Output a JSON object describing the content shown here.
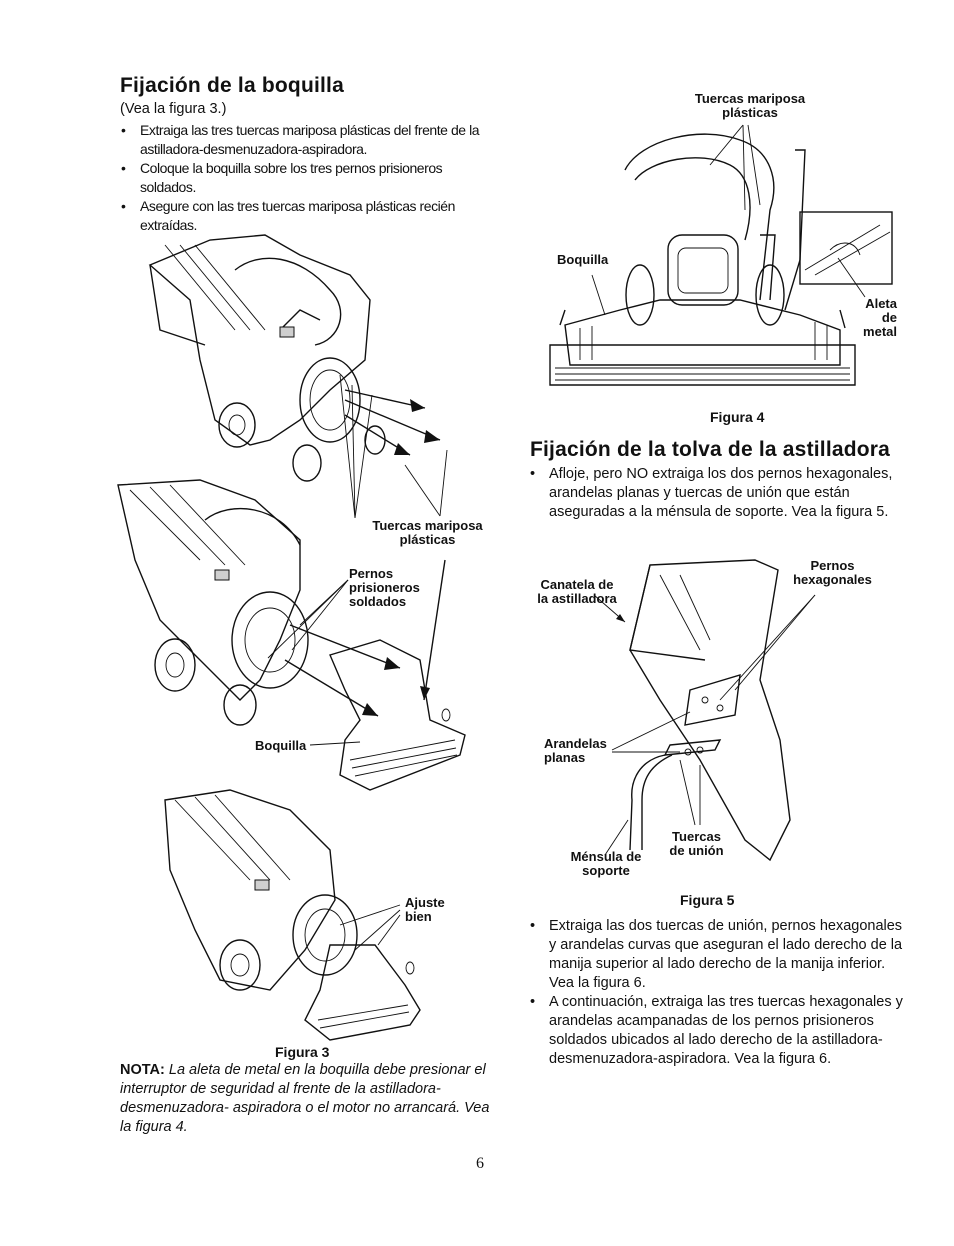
{
  "left": {
    "title": "Fijación de la boquilla",
    "see_figure": "(Vea la figura 3.)",
    "bullets": [
      "Extraiga las tres tuercas mariposa plásticas del frente de la astilladora-desmenuzadora-aspiradora.",
      "Coloque la boquilla sobre los tres pernos prisioneros soldados.",
      "Asegure con las tres tuercas mariposa plásticas recién extraídas."
    ],
    "fig3": {
      "label_tuercas": "Tuercas mariposa plásticas",
      "label_pernos": "Pernos prisioneros soldados",
      "label_boquilla": "Boquilla",
      "label_ajuste": "Ajuste bien",
      "caption": "Figura 3"
    },
    "note_label": "NOTA:",
    "note_text": "La aleta de metal en la boquilla debe presionar el interruptor de seguridad al frente de la astilladora-desmenuzadora- aspiradora o el motor no arrancará. Vea la figura 4."
  },
  "right": {
    "fig4": {
      "label_tuercas": "Tuercas mariposa plásticas",
      "label_boquilla": "Boquilla",
      "label_aleta": "Aleta de metal",
      "caption": "Figura 4"
    },
    "title": "Fijación de la tolva de la astilladora",
    "bullets_a": [
      "Afloje, pero NO extraiga los dos pernos hexagonales, arandelas planas y tuercas de unión que están aseguradas a la ménsula de soporte. Vea la figura 5."
    ],
    "fig5": {
      "label_canatela": "Canatela de la astilladora",
      "label_pernos": "Pernos hexagonales",
      "label_arandelas": "Arandelas planas",
      "label_tuercas": "Tuercas de unión",
      "label_mensula": "Ménsula de soporte",
      "caption": "Figura 5"
    },
    "bullets_b": [
      "Extraiga las dos tuercas de unión, pernos hexagonales y arandelas curvas que aseguran el lado derecho de la manija superior al lado derecho de la manija inferior. Vea la figura 6.",
      "A continuación, extraiga las tres tuercas hexagonales y arandelas acampanadas de los pernos prisioneros soldados ubicados al lado derecho de la astilladora-desmenuzadora-aspiradora. Vea la figura 6."
    ]
  },
  "page_number": "6"
}
